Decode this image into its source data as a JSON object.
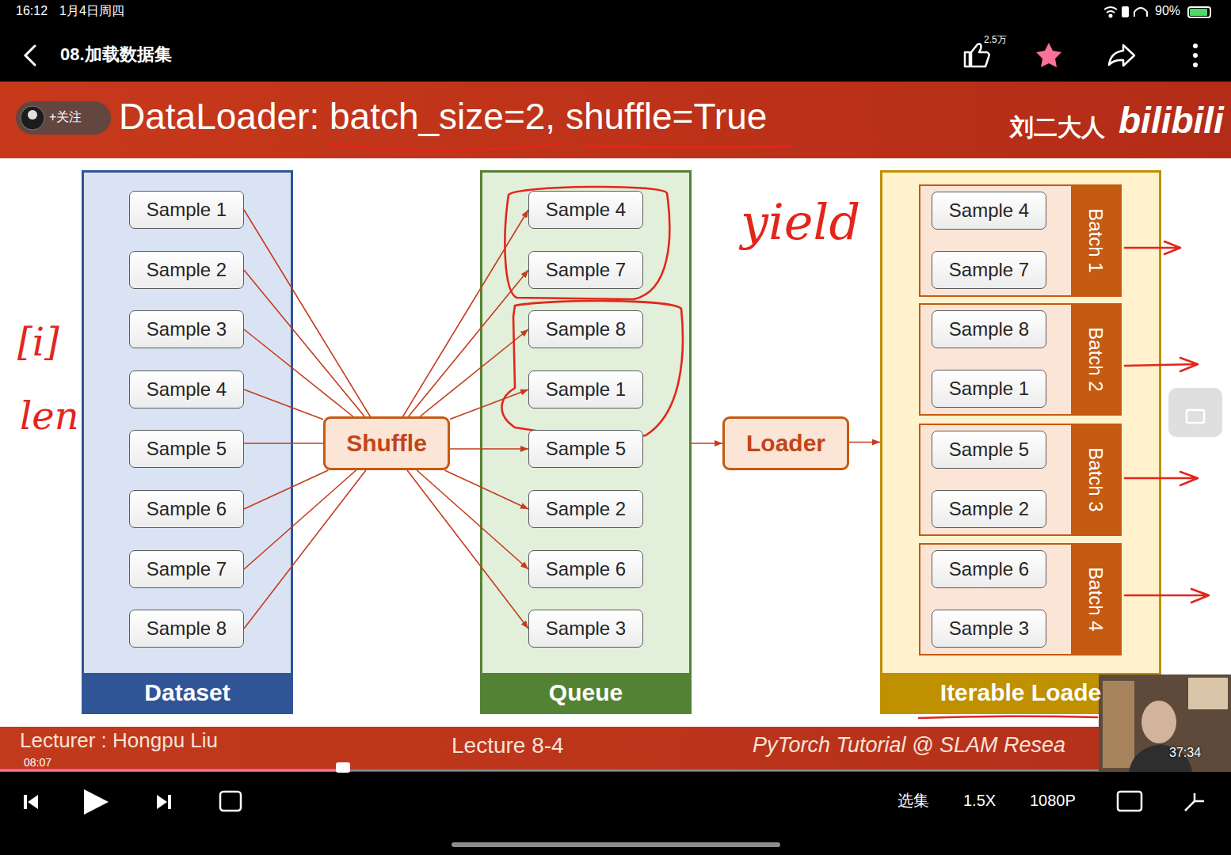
{
  "diagram": {
    "title": "DataLoader: batch_size=2, shuffle=True",
    "nodes": [
      {
        "text": [
          "Dataset"
        ]
      },
      {
        "text": [
          "Sample 1"
        ],
        "in": 0
      },
      {
        "text": [
          "Sample 2"
        ],
        "in": 0
      },
      {
        "text": [
          "Sample 3"
        ],
        "in": 0
      },
      {
        "text": [
          "Sample 4"
        ],
        "in": 0
      },
      {
        "text": [
          "Sample 5"
        ],
        "in": 0
      },
      {
        "text": [
          "Sample 6"
        ],
        "in": 0
      },
      {
        "text": [
          "Sample 7"
        ],
        "in": 0
      },
      {
        "text": [
          "Sample 8"
        ],
        "in": 0
      },
      {
        "text": [
          "Shuffle"
        ]
      },
      {
        "text": [
          "Queue"
        ]
      },
      {
        "text": [
          "Sample 4"
        ],
        "in": 10
      },
      {
        "text": [
          "Sample 7"
        ],
        "in": 10
      },
      {
        "text": [
          "Sample 8"
        ],
        "in": 10
      },
      {
        "text": [
          "Sample 1"
        ],
        "in": 10
      },
      {
        "text": [
          "Sample 5"
        ],
        "in": 10
      },
      {
        "text": [
          "Sample 2"
        ],
        "in": 10
      },
      {
        "text": [
          "Sample 6"
        ],
        "in": 10
      },
      {
        "text": [
          "Sample 3"
        ],
        "in": 10
      },
      {
        "text": [
          "Loader"
        ]
      },
      {
        "text": [
          "Iterable Loade"
        ]
      },
      {
        "text": [
          "Batch 1"
        ],
        "in": 20
      },
      {
        "text": [
          "Sample 4"
        ],
        "in": 21
      },
      {
        "text": [
          "Sample 7"
        ],
        "in": 21
      },
      {
        "text": [
          "Batch 2"
        ],
        "in": 20
      },
      {
        "text": [
          "Sample 8"
        ],
        "in": 24
      },
      {
        "text": [
          "Sample 1"
        ],
        "in": 24
      },
      {
        "text": [
          "Batch 3"
        ],
        "in": 20
      },
      {
        "text": [
          "Sample 5"
        ],
        "in": 27
      },
      {
        "text": [
          "Sample 2"
        ],
        "in": 27
      },
      {
        "text": [
          "Batch 4"
        ],
        "in": 20
      },
      {
        "text": [
          "Sample 6"
        ],
        "in": 30
      },
      {
        "text": [
          "Sample 3"
        ],
        "in": 30
      }
    ],
    "edges": [
      {
        "from": 1,
        "to": 9,
        "arrow": "none"
      },
      {
        "from": 2,
        "to": 9,
        "arrow": "none"
      },
      {
        "from": 3,
        "to": 9,
        "arrow": "none"
      },
      {
        "from": 4,
        "to": 9,
        "arrow": "none"
      },
      {
        "from": 5,
        "to": 9,
        "arrow": "none"
      },
      {
        "from": 6,
        "to": 9,
        "arrow": "none"
      },
      {
        "from": 7,
        "to": 9,
        "arrow": "none"
      },
      {
        "from": 8,
        "to": 9,
        "arrow": "none"
      },
      {
        "from": 9,
        "to": 11,
        "arrow": "to"
      },
      {
        "from": 9,
        "to": 12,
        "arrow": "to"
      },
      {
        "from": 9,
        "to": 13,
        "arrow": "to"
      },
      {
        "from": 9,
        "to": 14,
        "arrow": "to"
      },
      {
        "from": 9,
        "to": 15,
        "arrow": "to"
      },
      {
        "from": 9,
        "to": 16,
        "arrow": "to"
      },
      {
        "from": 9,
        "to": 17,
        "arrow": "to"
      },
      {
        "from": 9,
        "to": 18,
        "arrow": "to"
      },
      {
        "from": 10,
        "to": 19,
        "arrow": "to"
      },
      {
        "from": 19,
        "to": 20,
        "arrow": "to"
      }
    ],
    "labels": [
      "16:12",
      "1月4日周四",
      "90%",
      "08.加载数据集",
      "2.5万",
      "+关注",
      "刘二大人",
      "bilibili",
      "yield",
      "[i]",
      "len",
      "Lecturer : Hongpu Liu",
      "Lecture 8-4",
      "PyTorch Tutorial @ SLAM Resea",
      "08:07",
      "37:34",
      "选集",
      "1.5X",
      "1080P"
    ]
  }
}
